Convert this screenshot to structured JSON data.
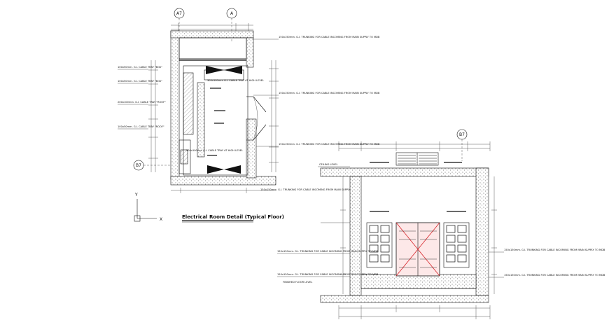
{
  "plan": {
    "title": "Electrical Room Detail (Typical Floor)",
    "grid_labels": [
      "A7",
      "A",
      "B7"
    ],
    "notes_left": [
      "100x50mm. G.I. CABLE TRAY \"BOX\"",
      "100x50mm. G.I. CABLE TRAY \"BOX\"",
      "200x100mm. G.I. CABLE TRAY \"ROOF\"",
      "100x50mm. G.I. CABLE TRAY \"ROOF\""
    ],
    "notes_right": [
      "150x150mm. G.I. TRUNKING FOR CABLE INCOMING FROM MAIN SUPPLY TO MDB",
      "150x150mm. G.I. TRUNKING FOR CABLE INCOMING FROM MAIN SUPPLY TO MDB",
      "150x150mm. G.I. TRUNKING FOR CABLE INCOMING FROM MAIN SUPPLY TO MDB",
      "150x150mm. G.I. TRUNKING FOR CABLE INCOMING FROM MAIN SUPPLY TO MDB"
    ],
    "notes_inner": [
      "300x100mm G.I. CABLE TRAY AT HIGH LEVEL",
      "300x100mm G.I. CABLE TRAY AT HIGH LEVEL"
    ]
  },
  "elevation": {
    "grid_label": "B7",
    "level_labels": [
      "CEILING LEVEL",
      "FINISHED FLOOR LEVEL"
    ],
    "notes_left": [
      "150x150mm. G.I. TRUNKING FOR CABLE INCOMING FROM MAIN SUPPLY TO MDB",
      "150x150mm. G.I. TRUNKING FOR CABLE INCOMING FROM MAIN SUPPLY TO MDB"
    ],
    "notes_right": [
      "150x150mm. G.I. TRUNKING FOR CABLE INCOMING FROM MAIN SUPPLY TO MDB",
      "150x150mm. G.I. TRUNKING FOR CABLE INCOMING FROM MAIN SUPPLY TO MDB"
    ]
  },
  "ucs": {
    "y_label": "Y",
    "x_label": "X"
  },
  "colors": {
    "line": "#111111",
    "door": "#d7262b",
    "fill": "#d9d9d9"
  }
}
